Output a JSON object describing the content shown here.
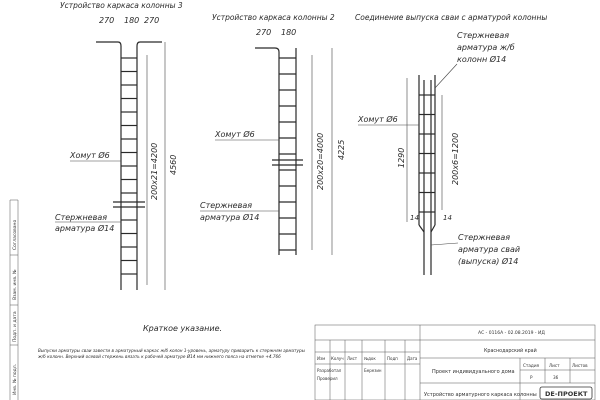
{
  "column3": {
    "title": "Устройство каркаса колонны 3",
    "dims_top": [
      "270",
      "180",
      "270"
    ],
    "clamp_label": "Хомут Ø6",
    "pitch_label": "200х21=4200",
    "height_label": "4560",
    "rebar_label_1": "Стержневая",
    "rebar_label_2": "арматура Ø14"
  },
  "column2": {
    "title": "Устройство каркаса колонны 2",
    "dims_top": [
      "270",
      "180"
    ],
    "clamp_label": "Хомут Ø6",
    "pitch_label": "200х20=4000",
    "height_label": "4225",
    "rebar_label_1": "Стержневая",
    "rebar_label_2": "арматура Ø14"
  },
  "joint": {
    "title": "Соединение выпуска сваи с арматурой колонны",
    "column_rebar_1": "Стержневая",
    "column_rebar_2": "арматура ж/б",
    "column_rebar_3": "колонн Ø14",
    "clamp_label": "Хомут Ø6",
    "height_label": "1290",
    "pitch_label": "200х6=1200",
    "left_mark": "14",
    "right_mark": "14",
    "pile_rebar_1": "Стержневая",
    "pile_rebar_2": "арматура свай",
    "pile_rebar_3": "(выпуска) Ø14"
  },
  "notes": {
    "heading": "Краткое указание.",
    "line1": "Выпуски арматуры сваи завести в арматурный каркас ж/б колон 1-уровень, арматуру приварить к стержням арматуры",
    "line2": "ж/б колонн. Верхний осевой стержень вязать к рабочей арматуре Ø14 мм нижнего пояса на отметке +4.766"
  },
  "title_block": {
    "doc_code": "АС - 0116А - 02.08.2019 - ИД",
    "header_cells": [
      "Изм",
      "Колуч",
      "Лист",
      "№док",
      "Подп",
      "Дата"
    ],
    "developed_label": "Разработал",
    "developed_name": "Березин",
    "checked_label": "Проверил",
    "region": "Краснодарский край",
    "project": "Проект индивидуального дома",
    "stage_headers": [
      "Стадия",
      "Лист",
      "Листов"
    ],
    "stage_values": [
      "Р",
      "36",
      ""
    ],
    "sheet_title": "Устройство арматурного каркаса колонны",
    "stamp": "DE-ПРОЕКТ"
  },
  "side_stamp": [
    "Согласовано",
    "Взам. инв. №",
    "Подп. и дата",
    "Инв. № подл."
  ]
}
